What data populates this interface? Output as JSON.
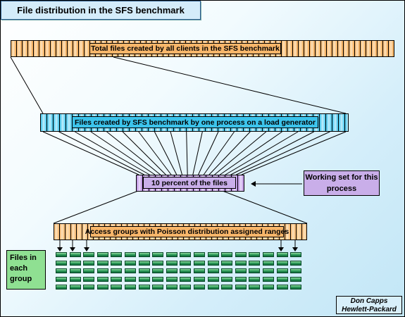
{
  "title": "File distribution in the SFS benchmark",
  "bars": {
    "total": "Total files created by all clients in the SFS benchmark",
    "process": "Files created by SFS benchmark by one process on a load generator",
    "percent": "10 percent of the files",
    "access": "Access groups with Poisson distribution assigned ranges"
  },
  "working_set": "Working set for this process",
  "files_group": [
    "Files in",
    "each",
    "group"
  ],
  "credit": [
    "Don Capps",
    "Hewlett-Packard"
  ],
  "colors": {
    "orange": "#f8b66a",
    "blue": "#3cc4ec",
    "purple": "#c9aee9",
    "green": "#2e9c5a",
    "title_bg": "#d4ecfa"
  }
}
